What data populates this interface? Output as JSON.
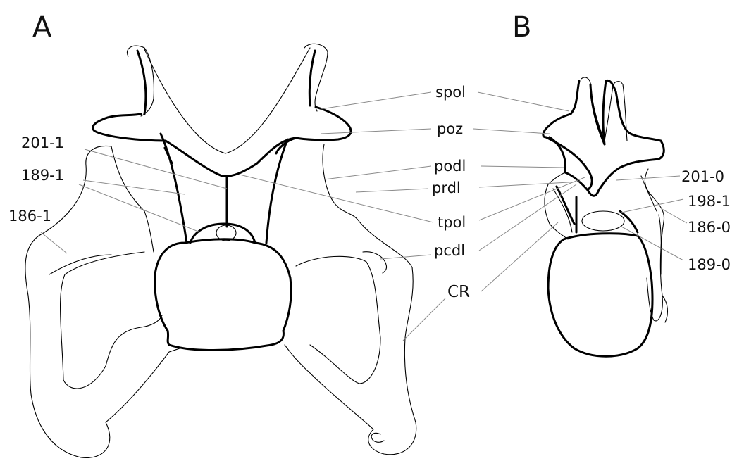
{
  "panels": {
    "a": "A",
    "b": "B"
  },
  "labels": {
    "spol": "spol",
    "poz": "poz",
    "podl": "podl",
    "prdl": "prdl",
    "tpol": "tpol",
    "pcdl": "pcdl",
    "cr": "CR",
    "c201_1": "201-1",
    "c189_1": "189-1",
    "c186_1": "186-1",
    "c201_0": "201-0",
    "c198_1": "198-1",
    "c186_0": "186-0",
    "c189_0": "189-0"
  },
  "colors": {
    "outline": "#000000",
    "leader": "#8a8a8a",
    "background": "#ffffff"
  }
}
